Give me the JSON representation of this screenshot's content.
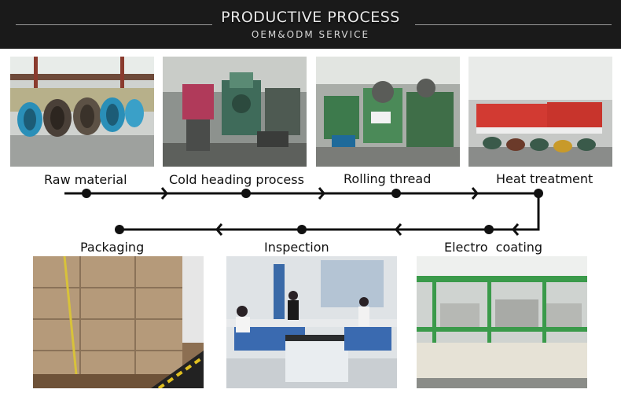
{
  "header": {
    "title": "PRODUCTIVE PROCESS",
    "subtitle": "OEM&ODM SERVICE"
  },
  "steps": [
    {
      "label": "Raw material",
      "photo_icon": "wire-coils-photo"
    },
    {
      "label": "Cold heading process",
      "photo_icon": "cold-heading-machine-photo"
    },
    {
      "label": "Rolling thread",
      "photo_icon": "thread-rolling-machine-photo"
    },
    {
      "label": "Heat treatment",
      "photo_icon": "heat-treatment-furnace-photo"
    },
    {
      "label": "Electro  coating",
      "photo_icon": "electroplating-line-photo"
    },
    {
      "label": "Inspection",
      "photo_icon": "inspection-lab-photo"
    },
    {
      "label": "Packaging",
      "photo_icon": "packaged-cartons-photo"
    }
  ],
  "colors": {
    "header_bg": "#1a1a1a",
    "flow_line": "#111111"
  }
}
